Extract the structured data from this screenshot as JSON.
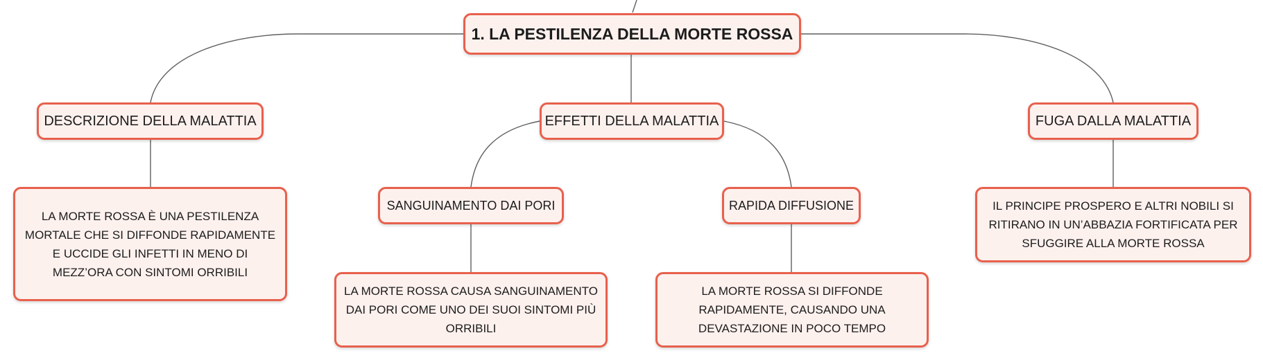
{
  "root": {
    "label": "1. LA PESTILENZA DELLA MORTE ROSSA"
  },
  "branches": {
    "descrizione": {
      "label": "DESCRIZIONE DELLA MALATTIA",
      "detail": "LA MORTE ROSSA È UNA PESTILENZA MORTALE CHE SI DIFFONDE RAPIDAMENTE E UCCIDE GLI INFETTI IN MENO DI MEZZ’ORA CON SINTOMI ORRIBILI"
    },
    "effetti": {
      "label": "EFFETTI DELLA MALATTIA",
      "children": [
        {
          "label": "SANGUINAMENTO DAI PORI",
          "detail": "LA MORTE ROSSA CAUSA SANGUINAMENTO DAI PORI COME UNO DEI SUOI SINTOMI PIÙ ORRIBILI"
        },
        {
          "label": "RAPIDA DIFFUSIONE",
          "detail": "LA MORTE ROSSA SI DIFFONDE RAPIDAMENTE, CAUSANDO UNA DEVASTAZIONE IN POCO TEMPO"
        }
      ]
    },
    "fuga": {
      "label": "FUGA DALLA MALATTIA",
      "detail": "IL PRINCIPE PROSPERO E ALTRI NOBILI SI RITIRANO IN UN’ABBAZIA FORTIFICATA PER SFUGGIRE ALLA MORTE ROSSA"
    }
  },
  "colors": {
    "node_border": "#e8604c",
    "node_fill": "#fdf1ee",
    "connector": "#5f5f5f"
  }
}
